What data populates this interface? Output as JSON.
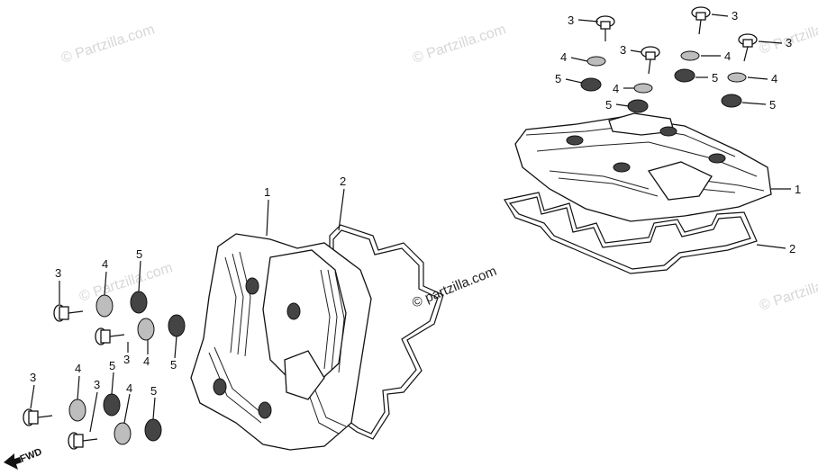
{
  "watermark": {
    "text": "© Partzilla.com",
    "center_text": "© partzilla.com"
  },
  "callouts": {
    "one": "1",
    "two": "2",
    "three": "3",
    "four": "4",
    "five": "5"
  },
  "direction": {
    "label": "FWD"
  }
}
